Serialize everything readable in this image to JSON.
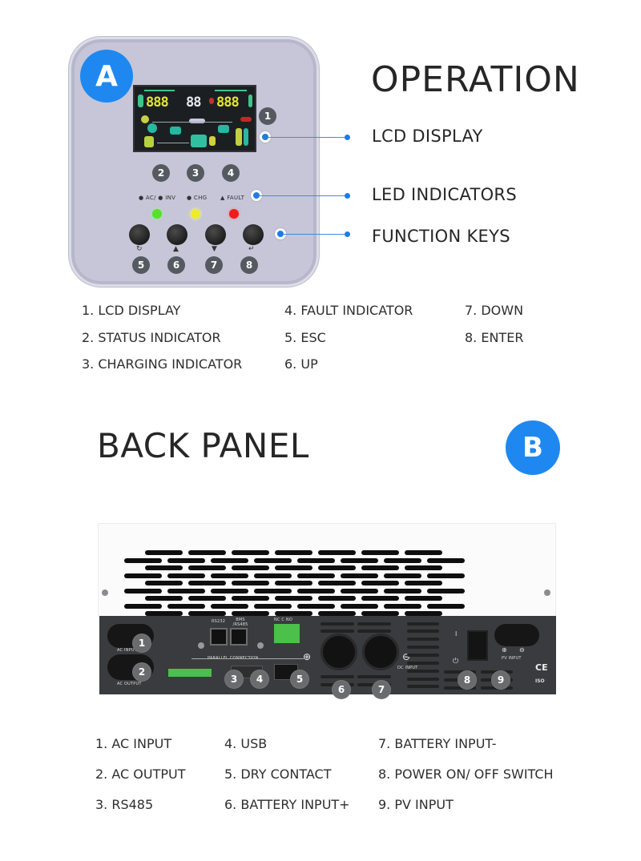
{
  "section_a": {
    "badge": "A",
    "title": "OPERATION",
    "callouts": [
      {
        "label": "LCD DISPLAY"
      },
      {
        "label": "LED INDICATORS"
      },
      {
        "label": "FUNCTION KEYS"
      }
    ],
    "lcd": {
      "left_digits": "888",
      "center_digits": "88",
      "right_digits": "888"
    },
    "indicator_numbers": [
      "1",
      "2",
      "3",
      "4",
      "5",
      "6",
      "7",
      "8"
    ],
    "led_labels": {
      "status": "● AC/ ● INV",
      "charging": "● CHG",
      "fault": "▲ FAULT"
    },
    "led_colors": {
      "status": "#58e02a",
      "charging": "#ecec2a",
      "fault": "#ee1c1c"
    },
    "key_glyphs": [
      "↻",
      "▲",
      "▼",
      "↵"
    ],
    "legend": [
      [
        "1.  LCD DISPLAY",
        "2.  STATUS INDICATOR",
        "3.  CHARGING INDICATOR"
      ],
      [
        "4.  FAULT INDICATOR",
        "5.  ESC",
        "6.  UP"
      ],
      [
        "7.  DOWN",
        "8.  ENTER"
      ]
    ]
  },
  "section_b": {
    "badge": "B",
    "title": "BACK PANEL",
    "panel_labels": {
      "ac_input": "AC INPUT",
      "ac_output": "AC OUTPUT",
      "rs232": "RS232",
      "bms": "BMS /RS485",
      "dry_contact": "NC  C  NO",
      "parallel": "PARALLEL CONNECTION",
      "dc_input": "DC INPUT",
      "pv_input": "PV INPUT",
      "plus": "⊕",
      "minus": "⊖",
      "power_on": "I",
      "power_icon": "⏻",
      "ce": "CE",
      "iso": "ISO"
    },
    "indicator_numbers": [
      "1",
      "2",
      "3",
      "4",
      "5",
      "6",
      "7",
      "8",
      "9"
    ],
    "legend": [
      [
        "1.  AC INPUT",
        "2.  AC OUTPUT",
        "3.  RS485"
      ],
      [
        "4.  USB",
        "5.  DRY CONTACT",
        "6.  BATTERY INPUT+"
      ],
      [
        "7.  BATTERY INPUT-",
        "8.  POWER ON/ OFF SWITCH",
        "9.  PV INPUT"
      ]
    ]
  },
  "colors": {
    "accent_blue": "#1e88f0",
    "panel_grey": "#c6c6d8",
    "rear_dark": "#3a3b3e"
  }
}
